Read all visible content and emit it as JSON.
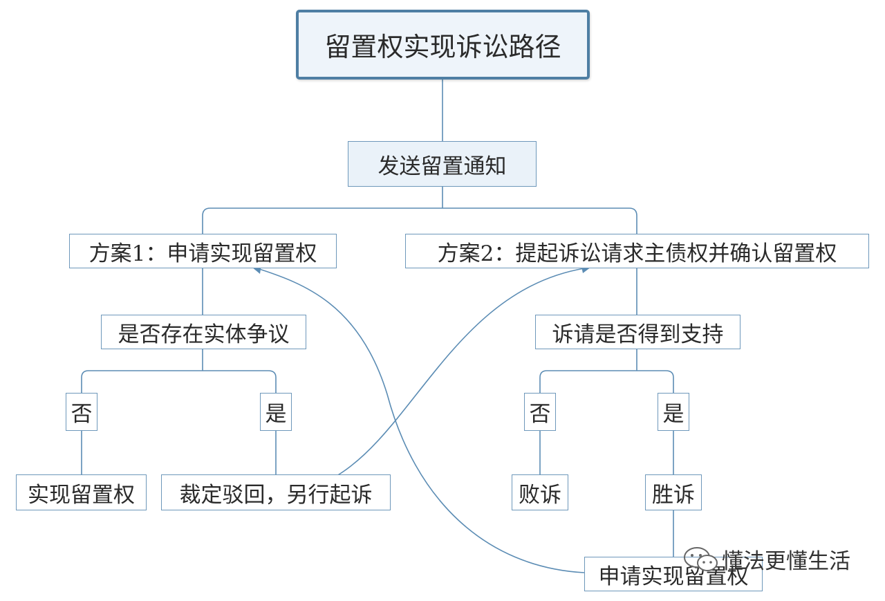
{
  "title": "留置权实现诉讼路径",
  "step": "发送留置通知",
  "plan1": {
    "label": "方案1：申请实现留置权",
    "question": "是否存在实体争议",
    "no": "否",
    "yes": "是",
    "no_result": "实现留置权",
    "yes_result": "裁定驳回，另行起诉"
  },
  "plan2": {
    "label": "方案2：提起诉讼请求主债权并确认留置权",
    "question": "诉请是否得到支持",
    "no": "否",
    "yes": "是",
    "no_result": "败诉",
    "yes_result": "胜诉",
    "final": "申请实现留置权"
  },
  "watermark": {
    "text": "懂法更懂生活",
    "icon": "wechat-icon"
  },
  "colors": {
    "line": "#5b8cb4",
    "root_border": "#4e7ea3",
    "box_border": "#6d97ba",
    "fill": "#eaf2f9"
  }
}
